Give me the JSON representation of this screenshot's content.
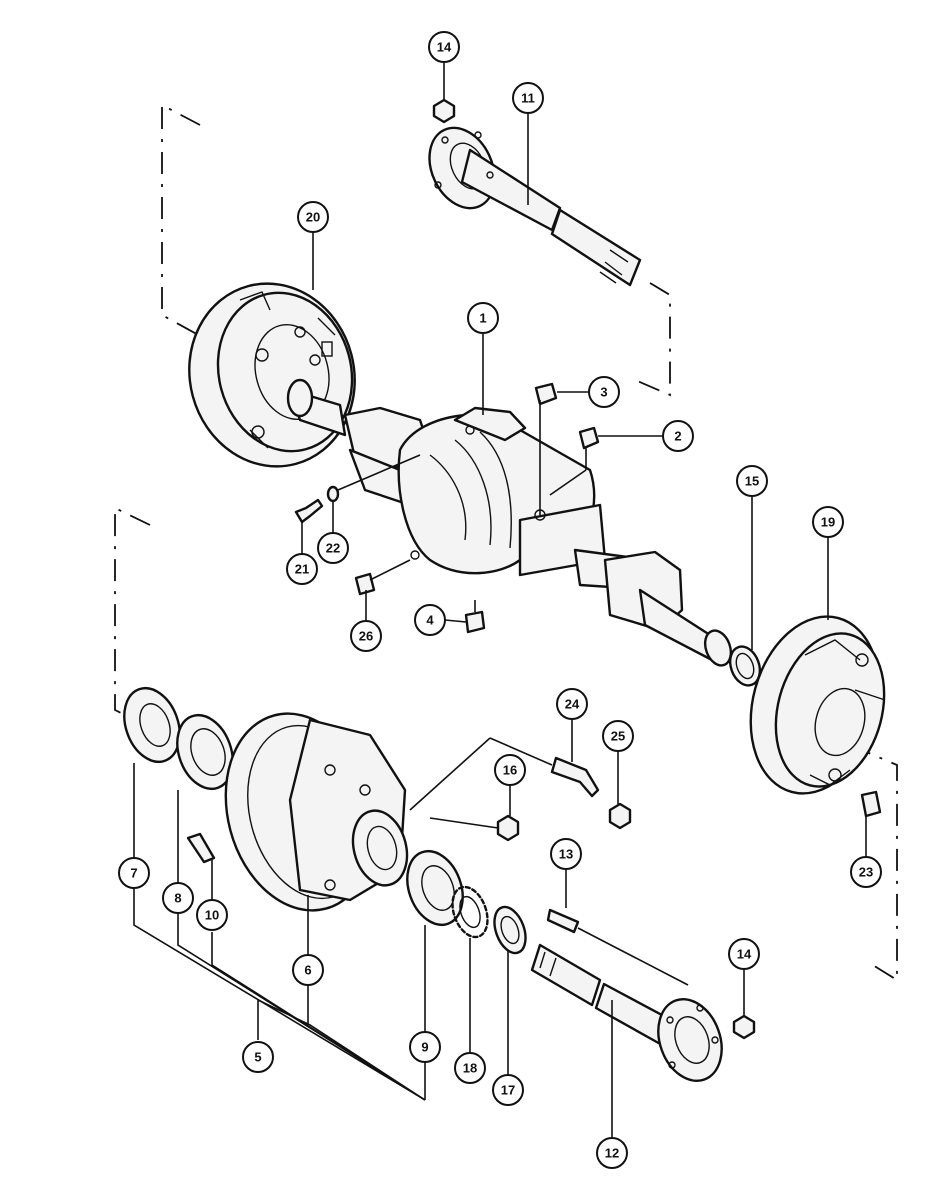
{
  "callouts": [
    {
      "number": "1"
    },
    {
      "number": "2"
    },
    {
      "number": "3"
    },
    {
      "number": "4"
    },
    {
      "number": "5"
    },
    {
      "number": "6"
    },
    {
      "number": "7"
    },
    {
      "number": "8"
    },
    {
      "number": "9"
    },
    {
      "number": "10"
    },
    {
      "number": "11"
    },
    {
      "number": "12"
    },
    {
      "number": "13"
    },
    {
      "number": "14"
    },
    {
      "number": "14"
    },
    {
      "number": "15"
    },
    {
      "number": "16"
    },
    {
      "number": "17"
    },
    {
      "number": "18"
    },
    {
      "number": "19"
    },
    {
      "number": "20"
    },
    {
      "number": "21"
    },
    {
      "number": "22"
    },
    {
      "number": "23"
    },
    {
      "number": "24"
    },
    {
      "number": "25"
    },
    {
      "number": "26"
    }
  ]
}
